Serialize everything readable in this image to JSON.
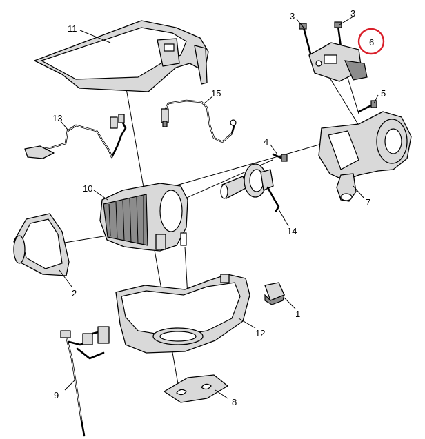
{
  "callouts": {
    "c1": "1",
    "c2": "2",
    "c3a": "3",
    "c3b": "3",
    "c4": "4",
    "c5": "5",
    "c6": "6",
    "c7": "7",
    "c8": "8",
    "c9": "9",
    "c10": "10",
    "c11": "11",
    "c12": "12",
    "c13": "13",
    "c14": "14",
    "c15": "15"
  },
  "highlight": {
    "callout": "6",
    "color": "#d91f2a"
  }
}
